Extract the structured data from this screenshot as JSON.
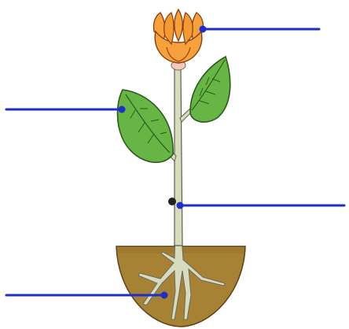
{
  "diagram": {
    "subject": "plant",
    "parts": [
      "flower",
      "leaf",
      "stem",
      "root"
    ],
    "colors": {
      "label_line": "#1d2ec9",
      "flower_petal": "#f7a13d",
      "flower_outline": "#8a3c0c",
      "leaf_fill": "#67b645",
      "leaf_outline": "#2b5a1c",
      "stem_fill": "#d6ddb9",
      "stem_outline": "#5e5e52",
      "soil_fill": "#a88234",
      "soil_outline": "#5e4318",
      "root_fill": "#d7dbbf"
    },
    "labels": [
      "",
      "",
      "",
      ""
    ]
  }
}
